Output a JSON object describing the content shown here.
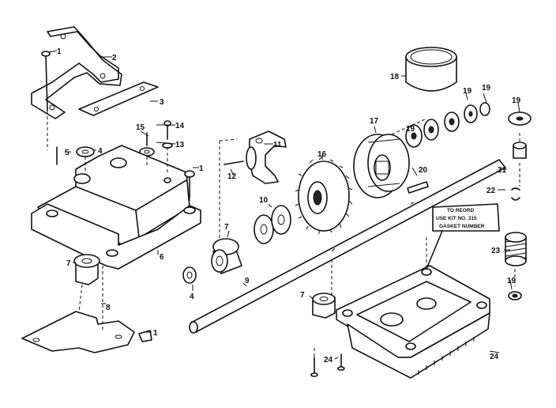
{
  "note": {
    "line1": "TO REORD",
    "line2": "USE KIT NO. 315",
    "line3": "GASKET NUMBER"
  },
  "callouts": {
    "c1a": "1",
    "c2": "2",
    "c3": "3",
    "c5": "5",
    "c4": "4",
    "c14": "14",
    "c13": "13",
    "c15": "15",
    "c1b": "1",
    "c6": "6",
    "c7a": "7",
    "c8": "8",
    "c1c": "1",
    "c11": "11",
    "c12": "12",
    "c16": "16",
    "c10a": "10",
    "c7b": "7",
    "c4b": "4",
    "c9": "9",
    "c17": "17",
    "c18": "18",
    "c19a": "19",
    "c19b": "19",
    "c19c": "19",
    "c19d": "19",
    "c19e": "19",
    "c20": "20",
    "c21": "21",
    "c22": "22",
    "c23": "23",
    "c7c": "7",
    "c24a": "24",
    "c24b": "24"
  }
}
